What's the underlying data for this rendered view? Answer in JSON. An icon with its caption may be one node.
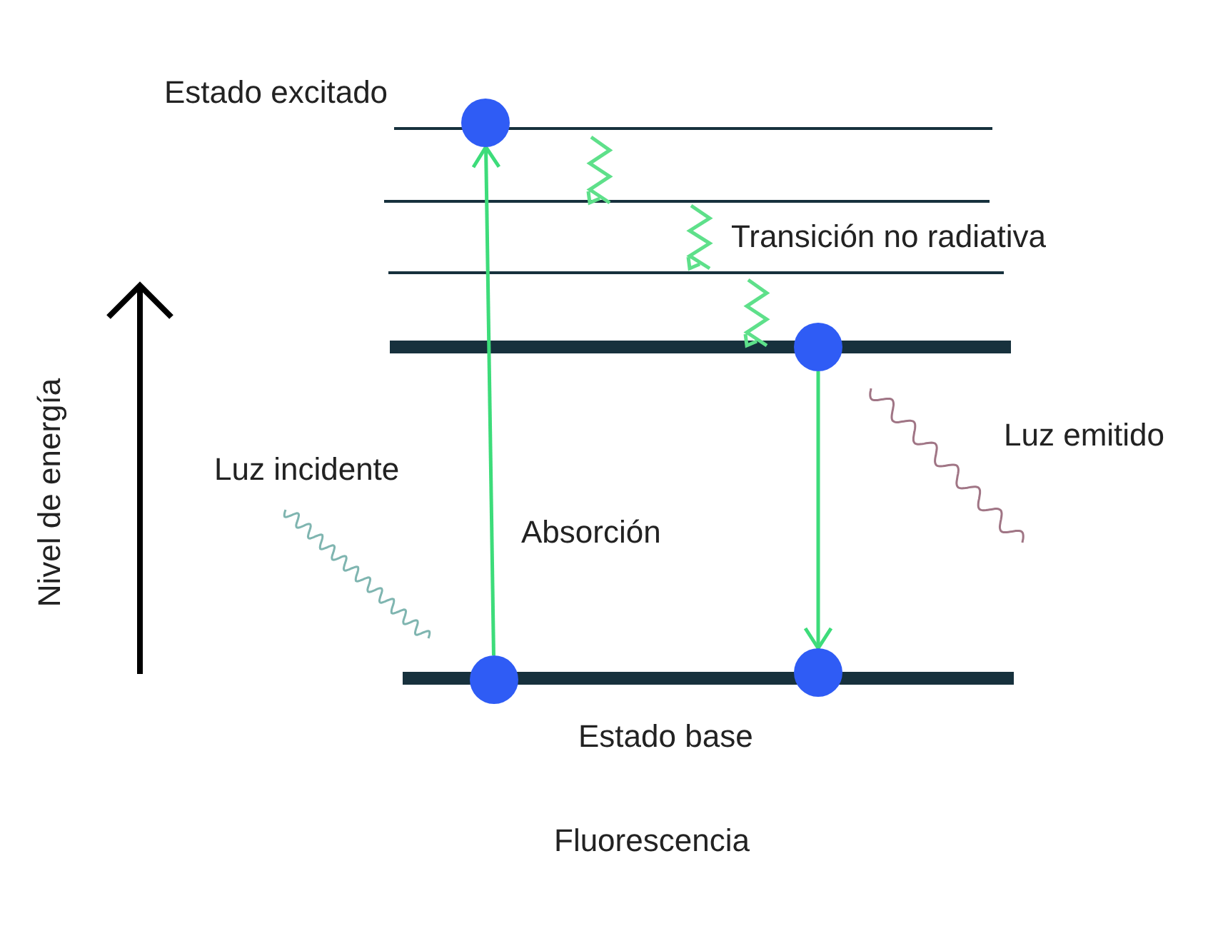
{
  "diagram": {
    "nodes": [
      {
        "text": [],
        "shape": "circle"
      },
      {
        "text": [],
        "shape": "circle"
      },
      {
        "text": [],
        "shape": "circle"
      },
      {
        "text": [],
        "shape": "circle"
      }
    ],
    "edges": [
      {
        "from": 2,
        "to": 0,
        "arrow": "to"
      },
      {
        "from": 1,
        "to": 3,
        "arrow": "to"
      }
    ],
    "labels": [
      "Estado excitado",
      "Transición no radiativa",
      "Nivel de energía",
      "Luz incidente",
      "Absorción",
      "Luz emitido",
      "Estado base",
      "Fluorescencia"
    ]
  }
}
